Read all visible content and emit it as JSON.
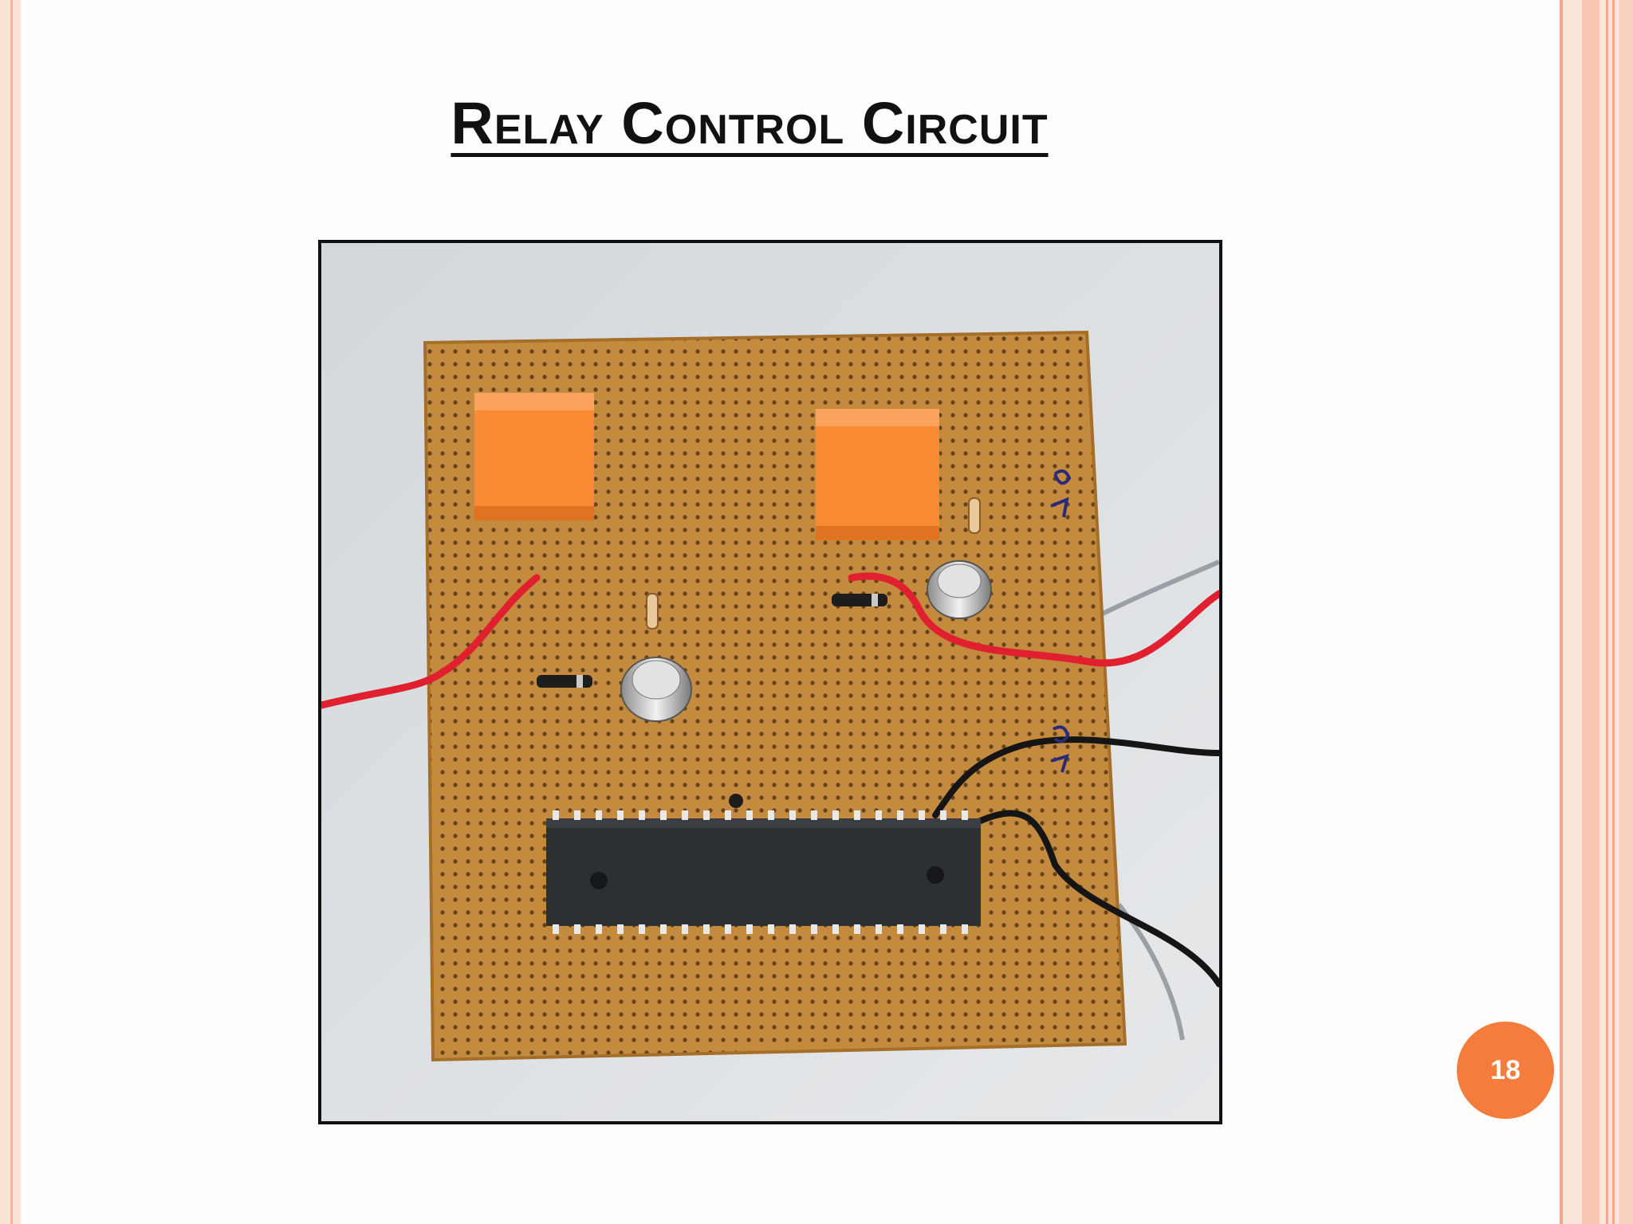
{
  "slide": {
    "title": "Relay Control Circuit",
    "page_number": "18"
  },
  "photo": {
    "subject": "Perfboard circuit with two orange relays, two metal-can transistors, diodes, resistors, a 40-pin microcontroller IC, and red and black wires"
  },
  "colors": {
    "accent": "#f47c3c",
    "border_light": "#fce6da",
    "border_line": "#f4a88a",
    "title_text": "#111111"
  }
}
